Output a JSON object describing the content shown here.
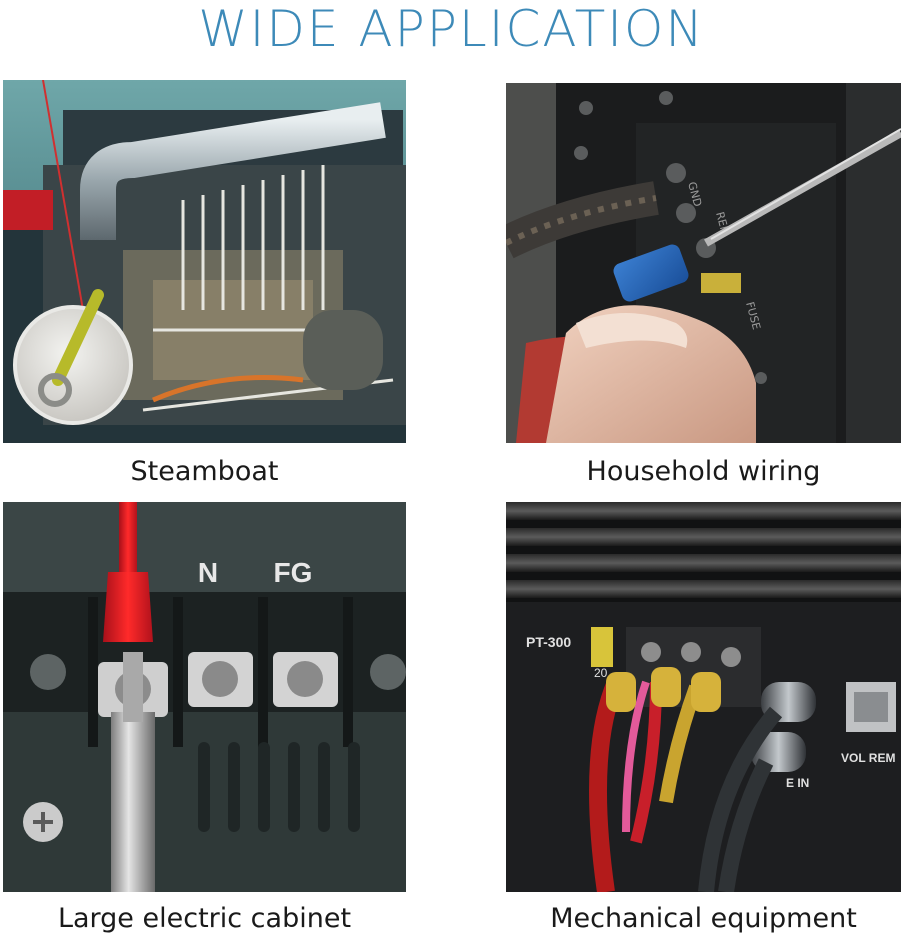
{
  "header": {
    "title": "WIDE APPLICATION"
  },
  "panels": [
    {
      "caption": "Steamboat",
      "image_icon": "engine-photo"
    },
    {
      "caption": "Household wiring",
      "image_icon": "amplifier-wiring-photo"
    },
    {
      "caption": "Large electric cabinet",
      "image_icon": "terminal-block-photo"
    },
    {
      "caption": "Mechanical equipment",
      "image_icon": "car-amplifier-photo"
    }
  ],
  "photo_text": {
    "terminal_n": "N",
    "terminal_fg": "FG",
    "pt_label": "PT-300",
    "fuse_value": "20",
    "vol_rem": "VOL REM",
    "line_in": "E IN",
    "gnd": "GND",
    "rem": "REM",
    "fuse": "FUSE"
  },
  "colors": {
    "title": "#3d8ab8",
    "caption": "#1a1a1a",
    "background": "#ffffff"
  }
}
